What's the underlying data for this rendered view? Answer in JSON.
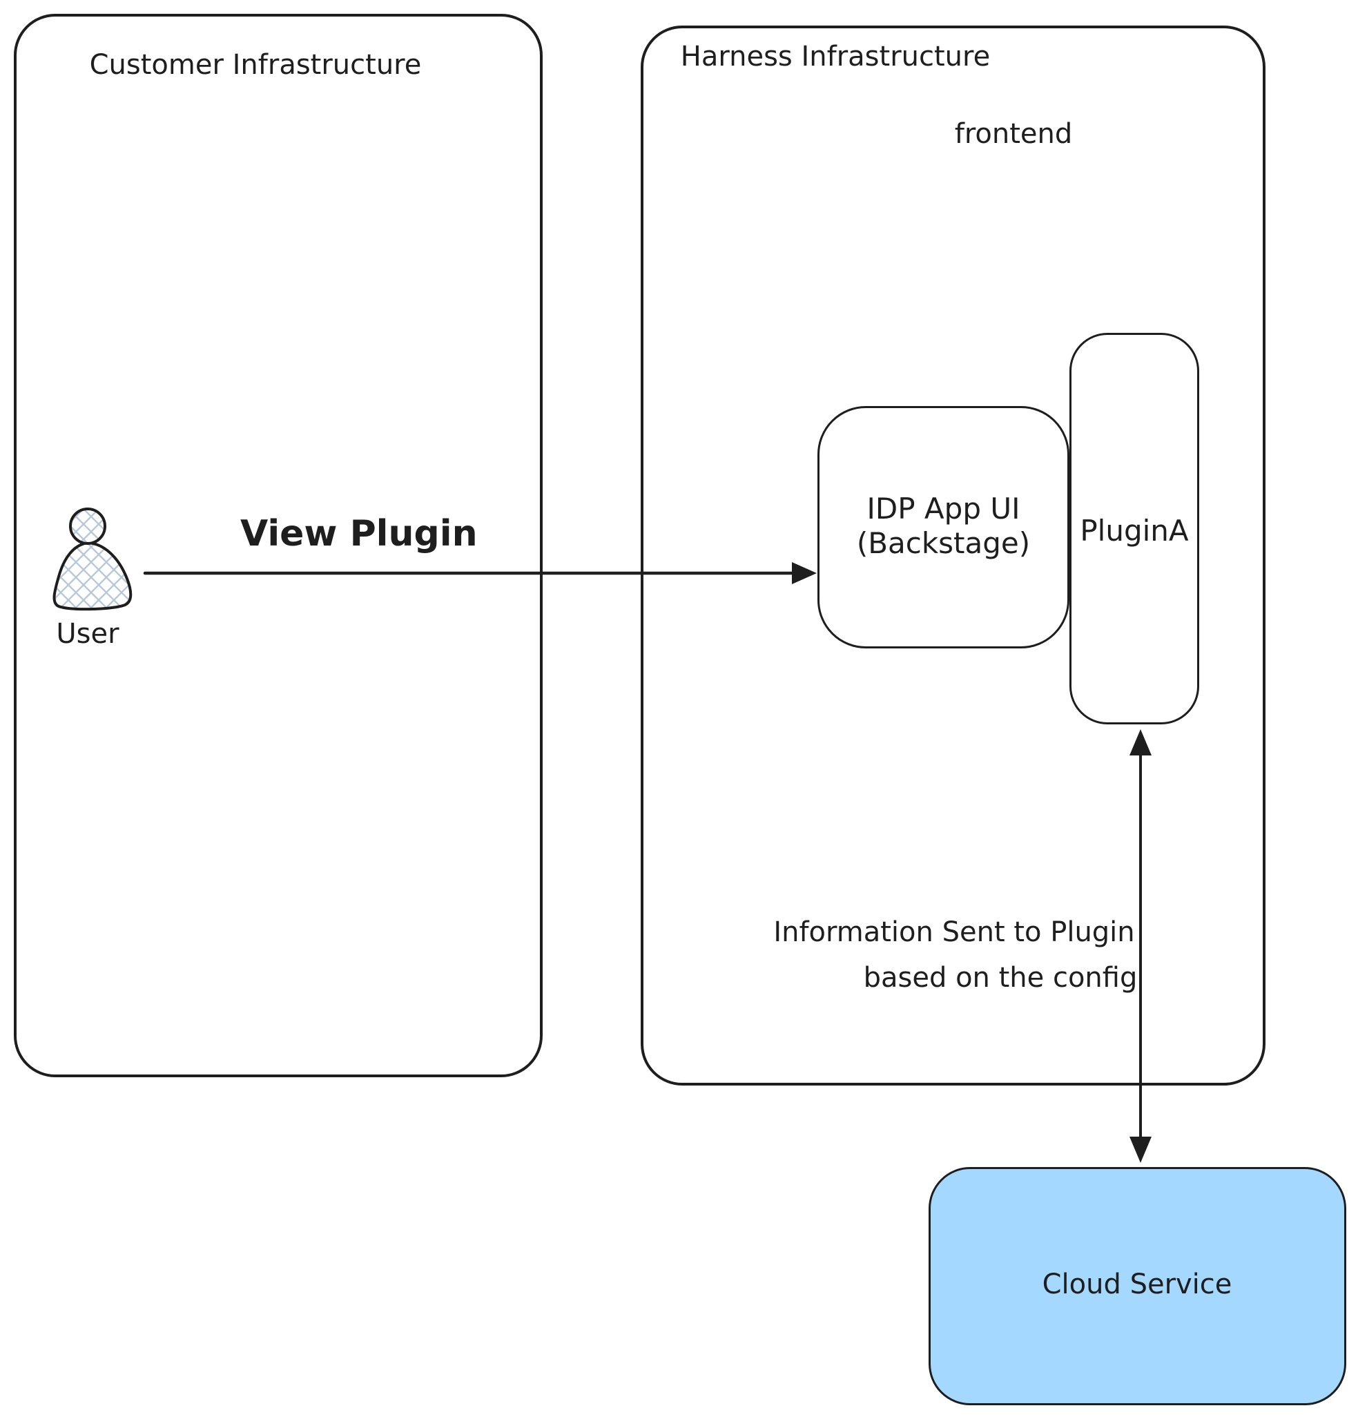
{
  "colors": {
    "stroke": "#1e1e1e",
    "text": "#1e1e1e",
    "bg": "#ffffff",
    "cloud_fill": "#a5d8ff",
    "hatch": "#b9c9d8"
  },
  "customer_box": {
    "title": "Customer Infrastructure"
  },
  "harness_box": {
    "title": "Harness Infrastructure",
    "sublabel": "frontend"
  },
  "user": {
    "label": "User"
  },
  "arrows": {
    "view_plugin": {
      "label": "View Plugin"
    },
    "plugin_cloud": {
      "label_line1": "Information Sent to Plugin",
      "label_line2": "based on the config"
    }
  },
  "idp_box": {
    "label_line1": "IDP App UI",
    "label_line2": "(Backstage)"
  },
  "plugin_box": {
    "label": "PluginA"
  },
  "cloud_box": {
    "label": "Cloud Service"
  }
}
